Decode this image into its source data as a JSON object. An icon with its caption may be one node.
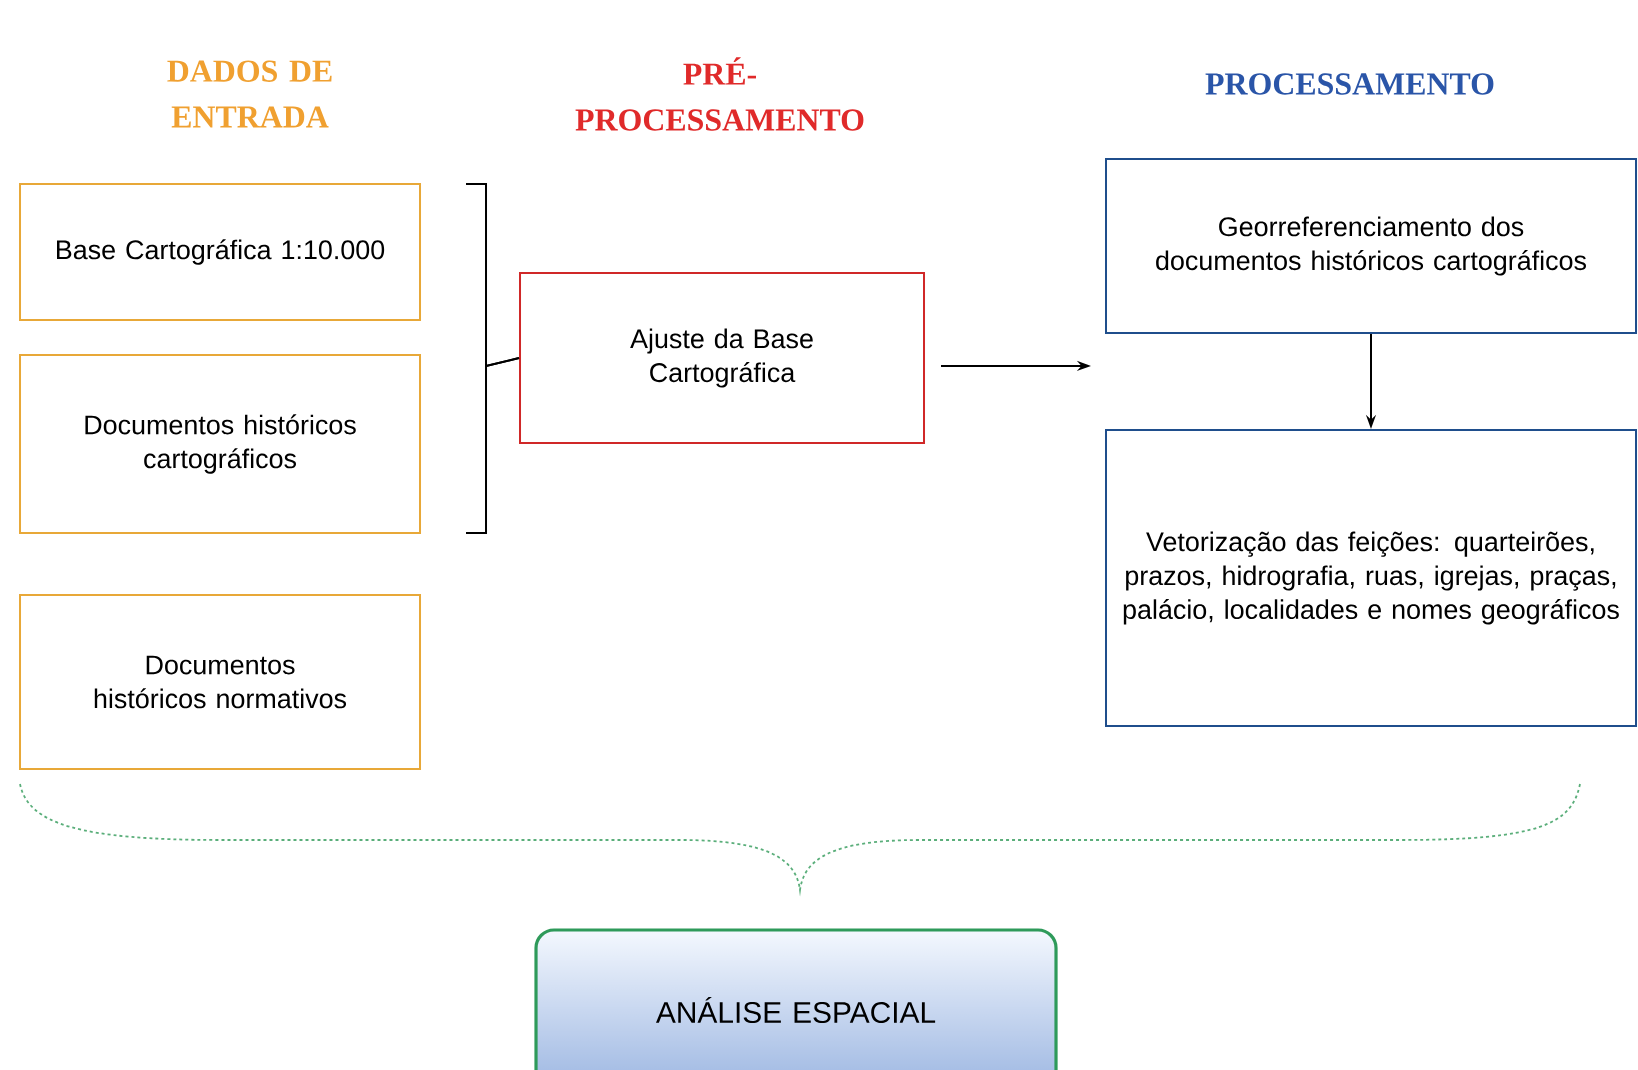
{
  "diagram": {
    "nodes": [
      {
        "text": [
          "Base Cartográfica 1:10.000"
        ]
      },
      {
        "text": [
          "Documentos históricos cartográficos"
        ]
      },
      {
        "text": [
          "Documentos históricos normativos"
        ]
      },
      {
        "text": [
          "Ajuste da Base Cartográfica"
        ]
      },
      {
        "text": [
          "Georreferenciamento dos documentos históricos cartográficos"
        ]
      },
      {
        "text": [
          "Vetorização das feições: quarteirões, prazos, hidrografia, ruas, igrejas, praças, palácio, localidades e nomes geográficos"
        ]
      },
      {
        "text": [
          "ANÁLISE ESPACIAL"
        ]
      }
    ],
    "edges": [
      {
        "from": 0,
        "to": 3,
        "arrow": "none"
      },
      {
        "from": 1,
        "to": 3,
        "arrow": "none"
      },
      {
        "from": 3,
        "to": null,
        "arrow": "to"
      },
      {
        "from": 4,
        "to": 5,
        "arrow": "to"
      }
    ],
    "labels": [
      "DADOS DE ENTRADA",
      "PRÉ- PROCESSAMENTO",
      "PROCESSAMENTO"
    ]
  }
}
